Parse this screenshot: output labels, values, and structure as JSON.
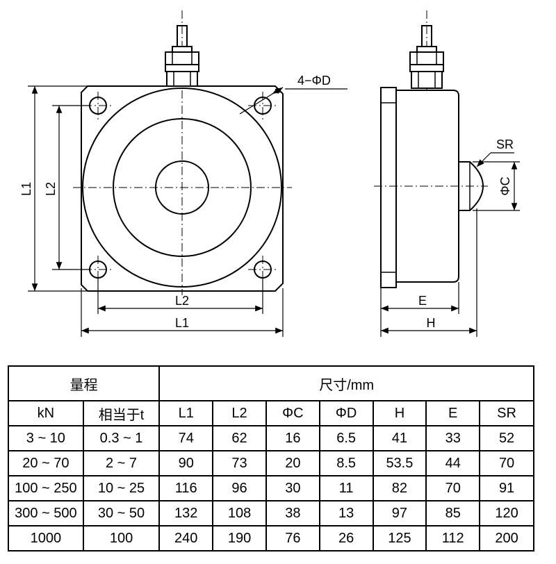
{
  "drawing": {
    "front_view": {
      "hole_callout": "4−ΦD",
      "dim_L1_vertical": "L1",
      "dim_L2_vertical": "L2",
      "dim_L2_horizontal": "L2",
      "dim_L1_horizontal": "L1"
    },
    "side_view": {
      "sr_label": "SR",
      "phi_c_label": "ΦC",
      "e_label": "E",
      "h_label": "H"
    }
  },
  "table": {
    "group_headers": {
      "range": "量程",
      "dimensions": "尺寸/mm"
    },
    "columns": [
      "kN",
      "相当于t",
      "L1",
      "L2",
      "ΦC",
      "ΦD",
      "H",
      "E",
      "SR"
    ],
    "rows": [
      [
        "3 ~ 10",
        "0.3 ~ 1",
        "74",
        "62",
        "16",
        "6.5",
        "41",
        "33",
        "52"
      ],
      [
        "20 ~ 70",
        "2 ~ 7",
        "90",
        "73",
        "20",
        "8.5",
        "53.5",
        "44",
        "70"
      ],
      [
        "100 ~ 250",
        "10 ~ 25",
        "116",
        "96",
        "30",
        "11",
        "82",
        "70",
        "91"
      ],
      [
        "300 ~ 500",
        "30 ~ 50",
        "132",
        "108",
        "38",
        "13",
        "97",
        "85",
        "120"
      ],
      [
        "1000",
        "100",
        "240",
        "190",
        "76",
        "26",
        "125",
        "112",
        "200"
      ]
    ]
  }
}
